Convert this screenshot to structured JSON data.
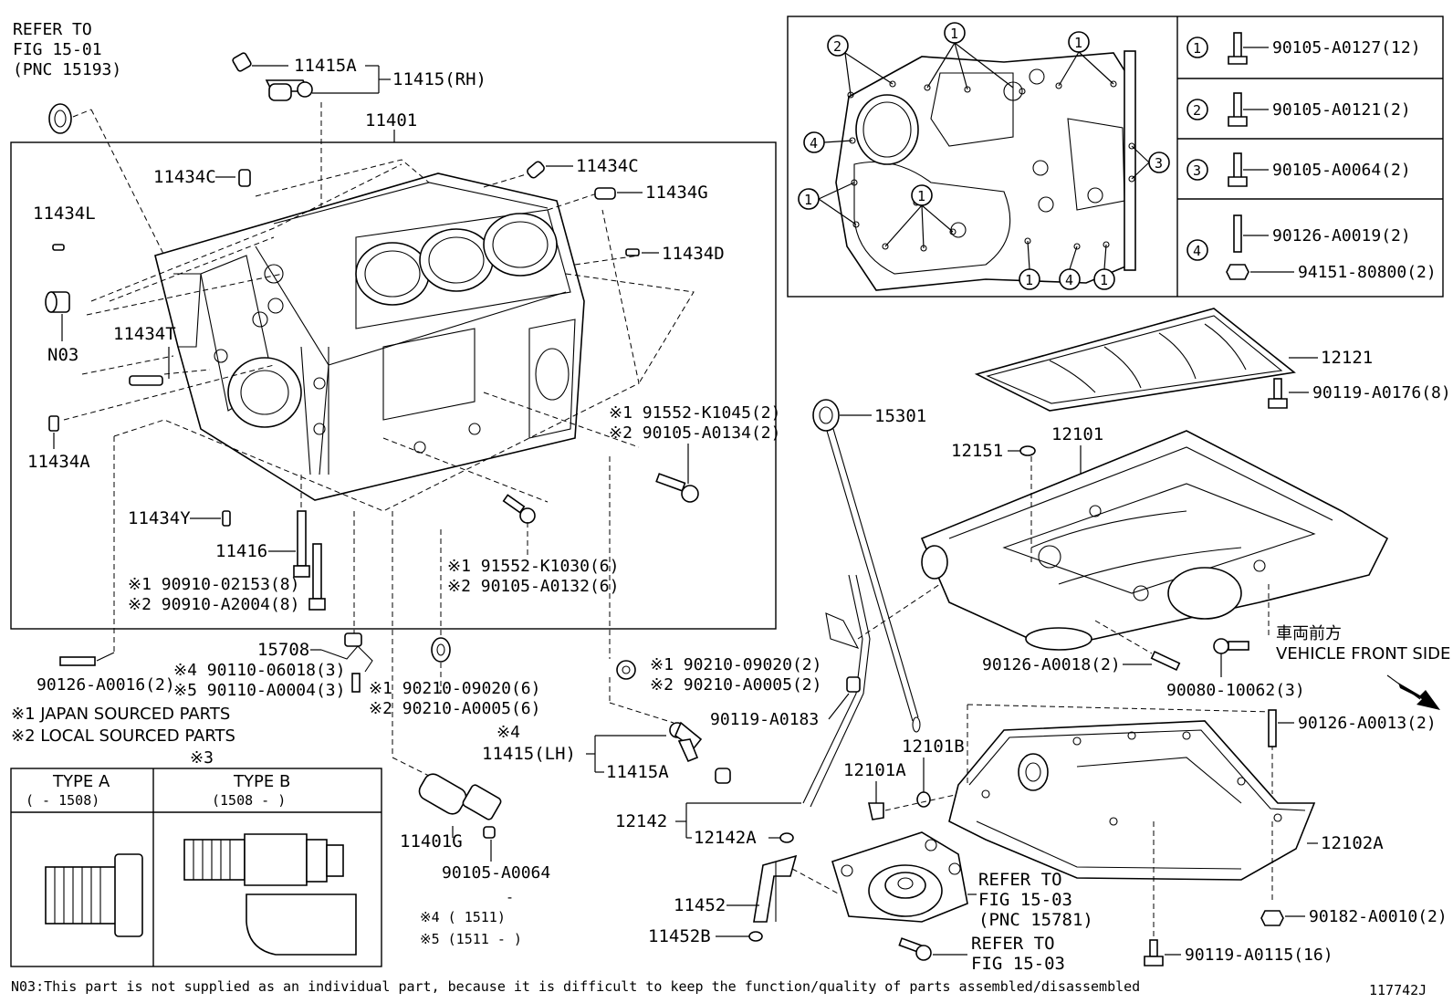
{
  "refer_15_01": [
    "REFER TO",
    "FIG 15-01",
    "(PNC 15193)"
  ],
  "labels": {
    "p11415A_top": "11415A",
    "p11415RH": "11415(RH)",
    "p11401": "11401",
    "p11434C_left": "11434C",
    "p11434C_right": "11434C",
    "p11434G": "11434G",
    "p11434L": "11434L",
    "p11434D": "11434D",
    "p11434T": "11434T",
    "pN03": "N03",
    "p11434A": "11434A",
    "p11434Y": "11434Y",
    "p11416": "11416",
    "p15708": "15708",
    "p15301": "15301",
    "p12151": "12151",
    "p12101": "12101",
    "p12121": "12121",
    "p11415LH": "11415(LH)",
    "p11415A_bot": "11415A",
    "p11401G": "11401G",
    "p12142": "12142",
    "p12142A": "12142A",
    "p11452": "11452",
    "p11452B": "11452B",
    "p12101A": "12101A",
    "p12101B": "12101B",
    "p12102A": "12102A"
  },
  "bolt_notes": {
    "k1045": "※1 91552-K1045(2)",
    "a0134": "※2 90105-A0134(2)",
    "k1030": "※1 91552-K1030(6)",
    "a0132": "※2 90105-A0132(6)",
    "b02153": "※1 90910-02153(8)",
    "b2004": "※2 90910-A2004(8)",
    "a0016": "90126-A0016(2)",
    "b06018": "※4 90110-06018(3)",
    "b0004": "※5 90110-A0004(3)",
    "w09020_mid": "※1 90210-09020(6)",
    "w0005_mid": "※2 90210-A0005(6)",
    "w09020_r": "※1 90210-09020(2)",
    "w0005_r": "※2 90210-A0005(2)",
    "a0183": "90119-A0183",
    "a0064": "90105-A0064",
    "a0176": "90119-A0176(8)",
    "a0018": "90126-A0018(2)",
    "b10062": "90080-10062(3)",
    "a0013": "90126-A0013(2)",
    "a0010": "90182-A0010(2)",
    "a0115": "90119-A0115(16)",
    "note4": "※4"
  },
  "sourcing_notes": [
    "※1 JAPAN SOURCED PARTS",
    "※2 LOCAL SOURCED PARTS"
  ],
  "note3": "※3",
  "type_table": {
    "type_a": "TYPE A",
    "type_a_range": "(        - 1508)",
    "type_b": "TYPE B",
    "type_b_range": "(1508  -       )"
  },
  "date_notes": [
    "※4 (          1511)",
    "※5 (1511  -       )"
  ],
  "dash_mark": "-",
  "refer_15_03a": [
    "REFER TO",
    "FIG 15-03",
    "(PNC 15781)"
  ],
  "refer_15_03b": [
    "REFER TO",
    "FIG 15-03"
  ],
  "vehicle_front": {
    "jp": "車両前方",
    "en": "VEHICLE FRONT SIDE"
  },
  "legend": {
    "rows": [
      {
        "num": "1",
        "parts": [
          "90105-A0127(12)"
        ]
      },
      {
        "num": "2",
        "parts": [
          "90105-A0121(2)"
        ]
      },
      {
        "num": "3",
        "parts": [
          "90105-A0064(2)"
        ]
      },
      {
        "num": "4",
        "parts": [
          "90126-A0019(2)",
          "94151-80800(2)"
        ]
      }
    ]
  },
  "inset_callouts": [
    "2",
    "1",
    "1",
    "4",
    "1",
    "1",
    "3",
    "1",
    "4",
    "1"
  ],
  "footer_note": "N03:This part is not supplied as an individual part, because it is difficult to keep the function/quality of parts assembled/disassembled",
  "figure_id": "117742J"
}
